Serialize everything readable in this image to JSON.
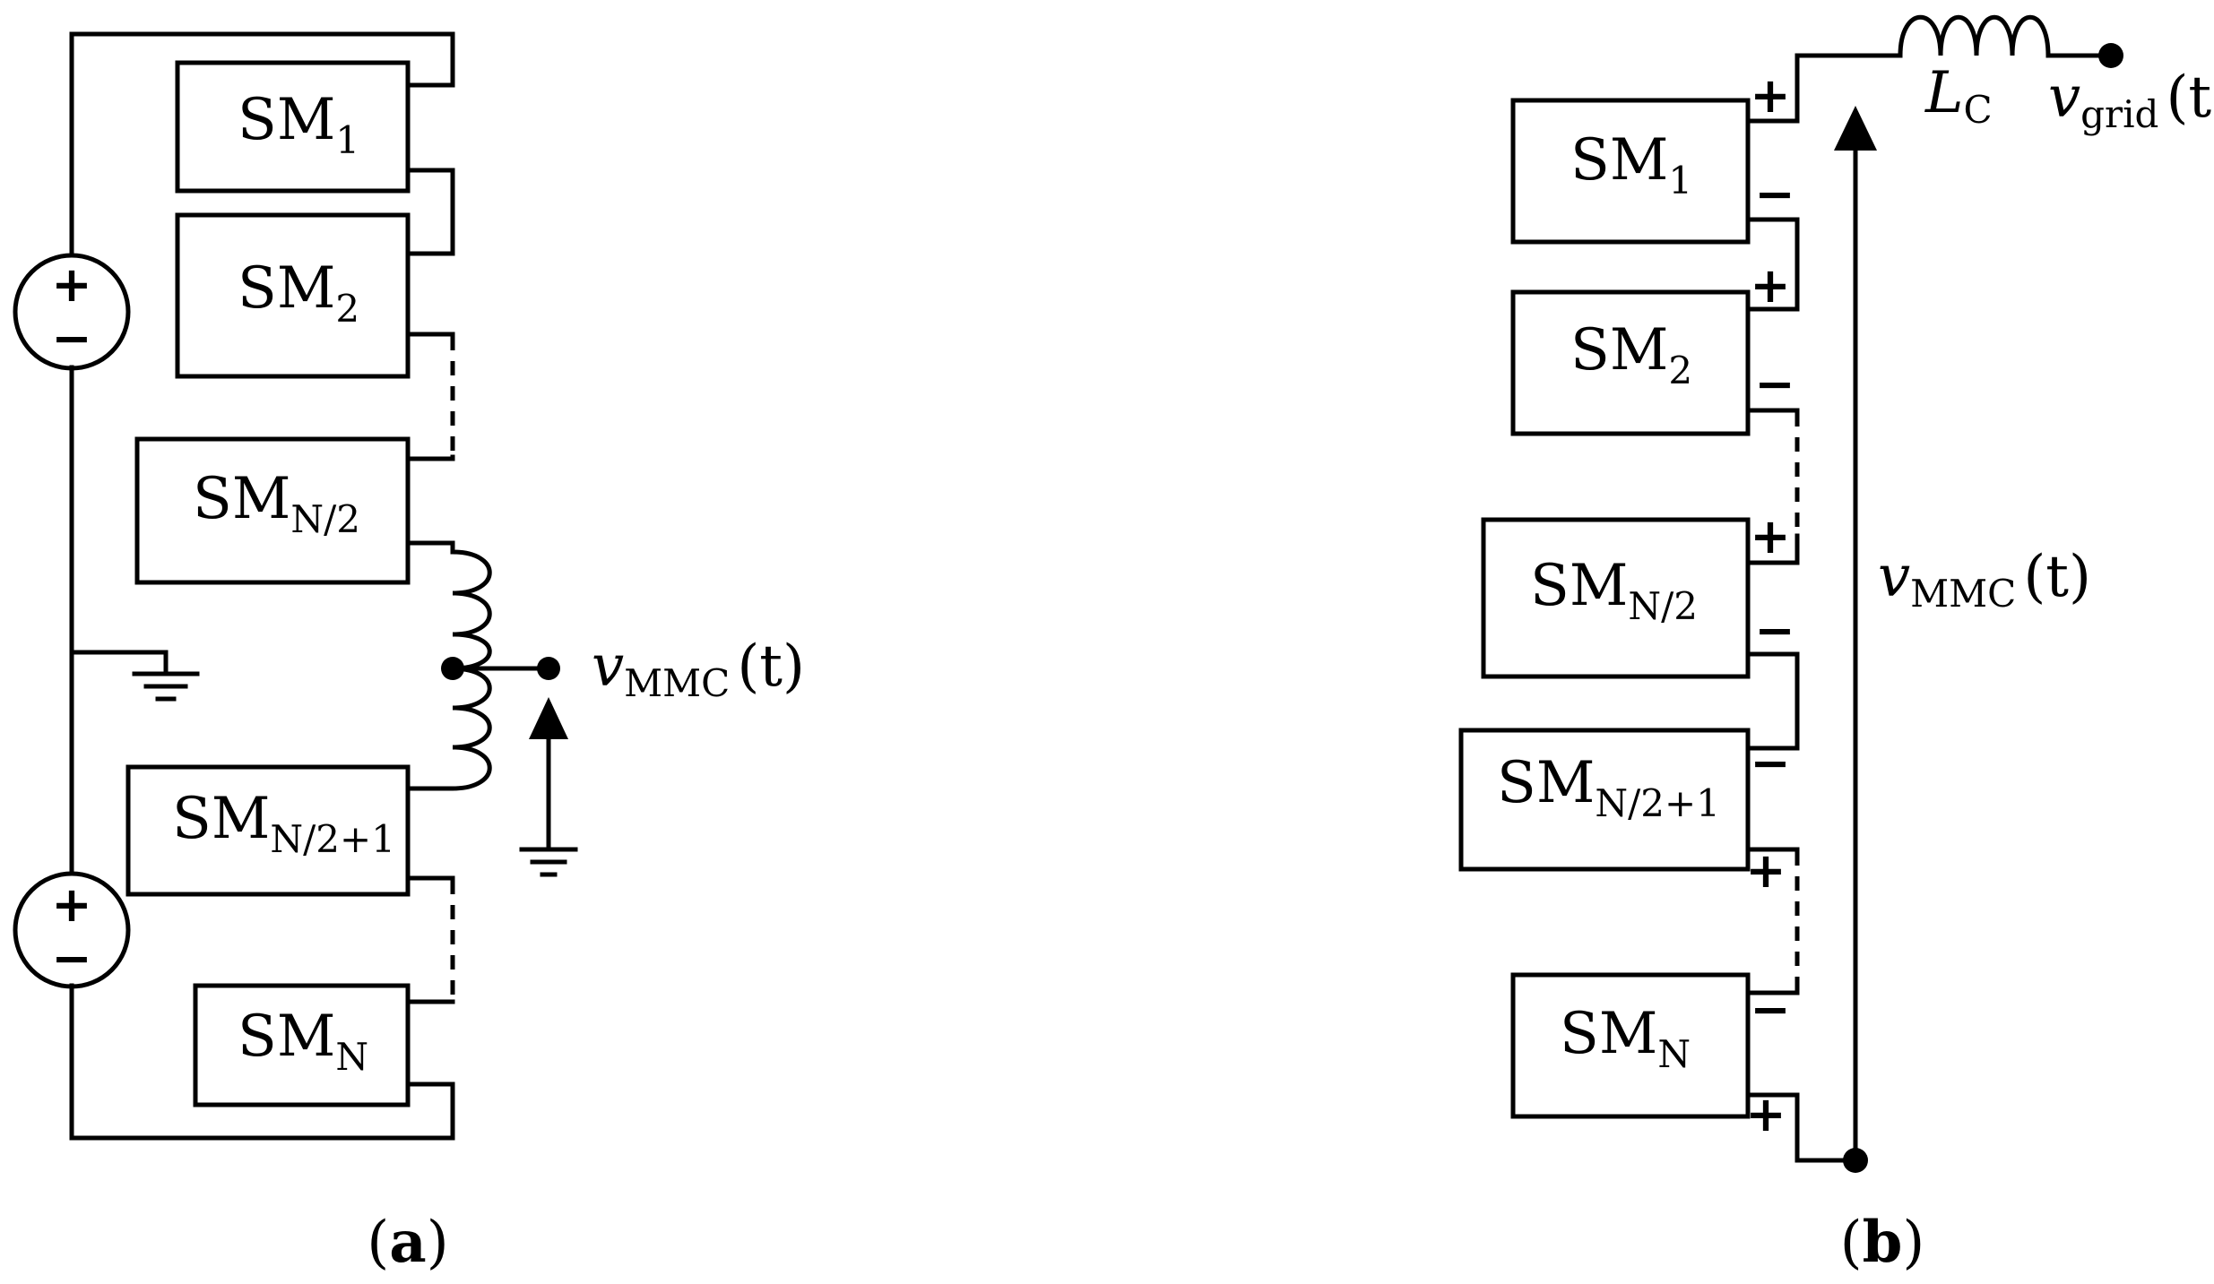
{
  "panel_a": {
    "caption_open": "(",
    "caption_letter": "a",
    "caption_close": ")",
    "modules": [
      {
        "base": "SM",
        "sub": "1"
      },
      {
        "base": "SM",
        "sub": "2"
      },
      {
        "base": "SM",
        "sub": "N/2"
      },
      {
        "base": "SM",
        "sub": "N/2+1"
      },
      {
        "base": "SM",
        "sub": "N"
      }
    ],
    "source_plus": "+",
    "source_minus": "−",
    "output_label": {
      "var": "v",
      "sub": "MMC",
      "arg": "(t)"
    }
  },
  "panel_b": {
    "caption_open": "(",
    "caption_letter": "b",
    "caption_close": ")",
    "modules": [
      {
        "base": "SM",
        "sub": "1"
      },
      {
        "base": "SM",
        "sub": "2"
      },
      {
        "base": "SM",
        "sub": "N/2"
      },
      {
        "base": "SM",
        "sub": "N/2+1"
      },
      {
        "base": "SM",
        "sub": "N"
      }
    ],
    "plus": "+",
    "minus": "−",
    "inductor_label": {
      "var": "L",
      "sub": "C"
    },
    "grid_label": {
      "var": "v",
      "sub": "grid",
      "arg": "(t)"
    },
    "voltage_label": {
      "var": "v",
      "sub": "MMC",
      "arg": "(t)"
    }
  }
}
